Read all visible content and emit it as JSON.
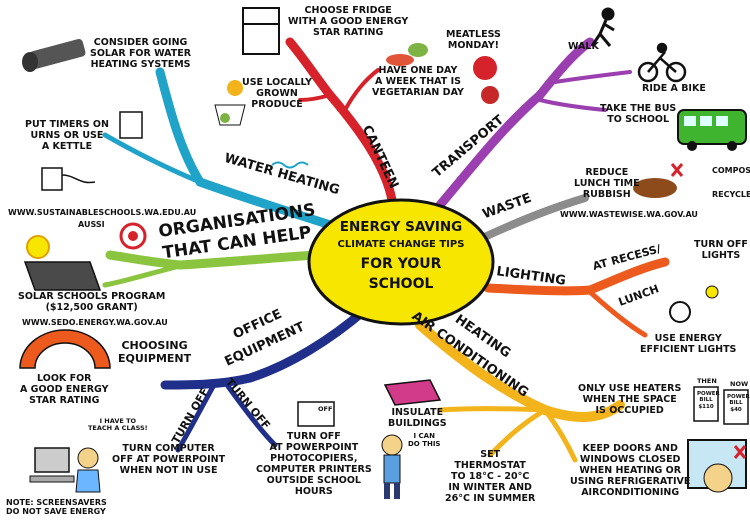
{
  "center": {
    "title_line1": "ENERGY SAVING",
    "title_line2": "CLIMATE CHANGE TIPS",
    "title_line3": "FOR YOUR",
    "title_line4": "SCHOOL"
  },
  "colors": {
    "canteen": "#d6222a",
    "transport": "#9b3fb0",
    "waste": "#8c8c8c",
    "lighting": "#ec5a1e",
    "heating": "#f2b41a",
    "office": "#1f2f8a",
    "organisations": "#8bc53f",
    "water": "#1fa3c9",
    "hub": "#f7e600"
  },
  "branches": {
    "canteen": {
      "label": "CANTEEN",
      "tips": [
        "CHOOSE FRIDGE\nWITH A GOOD ENERGY\nSTAR RATING",
        "MEATLESS\nMONDAY!",
        "HAVE ONE DAY\nA WEEK THAT IS\nVEGETARIAN DAY",
        "USE LOCALLY\nGROWN\nPRODUCE"
      ]
    },
    "transport": {
      "label": "TRANSPORT",
      "tips": [
        "WALK",
        "RIDE A BIKE",
        "TAKE THE BUS\nTO SCHOOL"
      ]
    },
    "waste": {
      "label": "WASTE",
      "tips": [
        "REDUCE\nLUNCH TIME\nRUBBISH",
        "COMPOST",
        "RECYCLE",
        "WWW.WASTEWISE.WA.GOV.AU"
      ]
    },
    "lighting": {
      "label": "LIGHTING",
      "sub1": "AT RECESS/",
      "sub2": "LUNCH",
      "tips": [
        "TURN OFF\nLIGHTS",
        "USE ENERGY\nEFFICIENT LIGHTS"
      ]
    },
    "heating": {
      "label_line1": "HEATING",
      "label_line2": "AIR CONDITIONING",
      "tips": [
        "ONLY USE HEATERS\nWHEN THE SPACE\nIS OCCUPIED",
        "INSULATE\nBUILDINGS",
        "SET\nTHERMOSTAT\nTO 18°C - 20°C\nIN WINTER AND\n26°C IN SUMMER",
        "KEEP DOORS AND\nWINDOWS CLOSED\nWHEN HEATING OR\nUSING REFRIGERATIVE\nAIRCONDITIONING"
      ],
      "speech": "I CAN\nDO THIS",
      "bill_then": "THEN",
      "bill_now": "NOW",
      "bill_then_text": "POWER\nBILL\n$110",
      "bill_now_text": "POWER\nBILL\n$40"
    },
    "office": {
      "label_line1": "OFFICE",
      "label_line2": "EQUIPMENT",
      "sub_choosing": "CHOOSING\nEQUIPMENT",
      "sub_turnoff1": "TURN OFF",
      "sub_turnoff2": "TURN OFF",
      "tips": [
        "LOOK FOR\nA GOOD ENERGY\nSTAR RATING",
        "TURN COMPUTER\nOFF AT POWERPOINT\nWHEN NOT IN USE",
        "TURN OFF\nAT POWERPOINT\nPHOTOCOPIERS,\nCOMPUTER PRINTERS\nOUTSIDE SCHOOL\nHOURS"
      ],
      "speech": "I HAVE TO\nTEACH A CLASS!",
      "switch_text": "OFF",
      "note": "NOTE: SCREENSAVERS\nDO NOT SAVE ENERGY"
    },
    "organisations": {
      "label_line1": "ORGANISATIONS",
      "label_line2": "THAT CAN HELP",
      "tips": [
        "WWW.SUSTAINABLESCHOOLS.WA.EDU.AU",
        "AUSSI",
        "SOLAR SCHOOLS PROGRAM\n($12,500 GRANT)",
        "WWW.SEDO.ENERGY.WA.GOV.AU"
      ]
    },
    "water": {
      "label": "WATER HEATING",
      "tips": [
        "CONSIDER GOING\nSOLAR FOR WATER\nHEATING SYSTEMS",
        "PUT TIMERS ON\nURNS OR USE\nA KETTLE"
      ]
    }
  }
}
